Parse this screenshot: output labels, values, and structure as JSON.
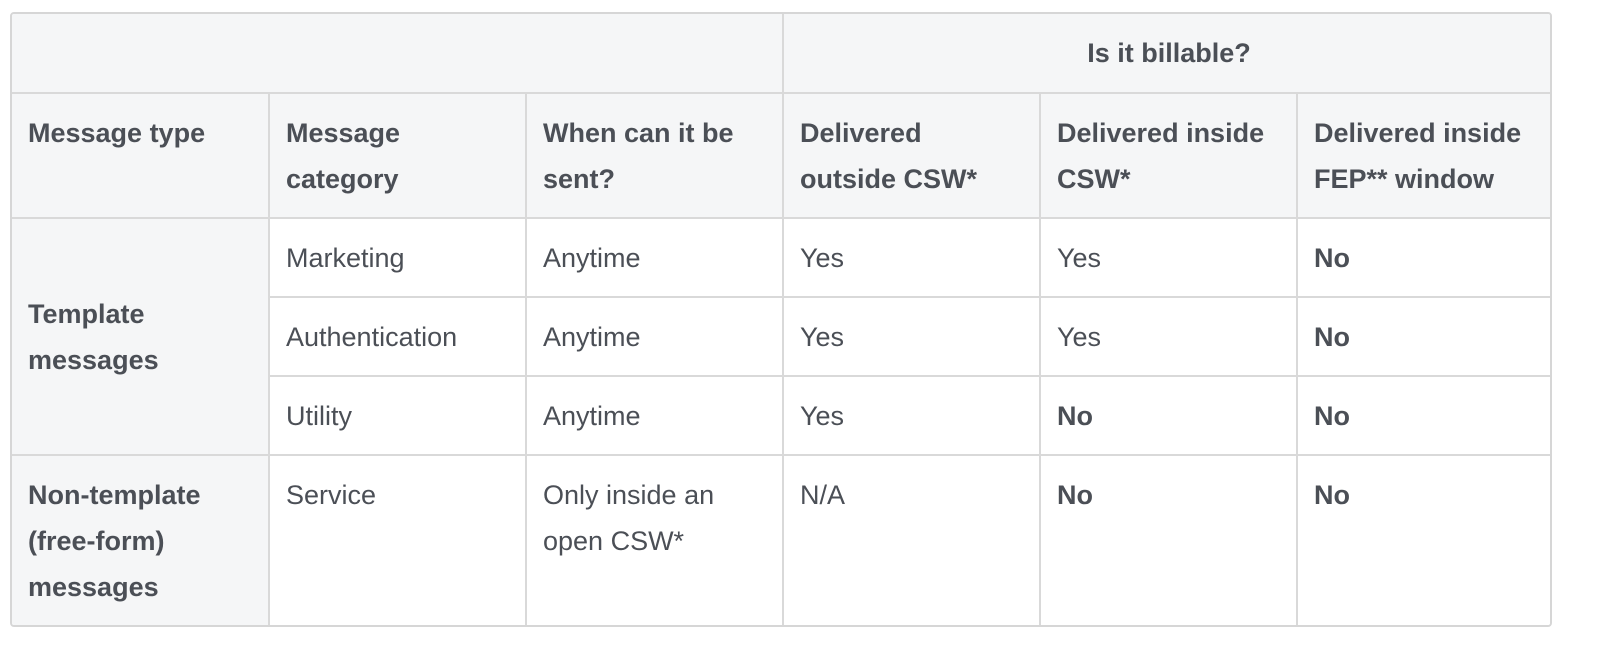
{
  "table": {
    "group_header": {
      "empty": "",
      "billable": "Is it billable?"
    },
    "headers": [
      "Message type",
      "Message category",
      "When can it be sent?",
      "Delivered outside CSW*",
      "Delivered inside CSW*",
      "Delivered inside FEP** window"
    ],
    "groups": [
      {
        "type": "Template messages",
        "rows": [
          {
            "category": "Marketing",
            "when": "Anytime",
            "outside_csw": "Yes",
            "inside_csw": "Yes",
            "inside_fep": "No"
          },
          {
            "category": "Authentication",
            "when": "Anytime",
            "outside_csw": "Yes",
            "inside_csw": "Yes",
            "inside_fep": "No"
          },
          {
            "category": "Utility",
            "when": "Anytime",
            "outside_csw": "Yes",
            "inside_csw": "No",
            "inside_fep": "No"
          }
        ]
      },
      {
        "type": "Non-template (free-form) messages",
        "rows": [
          {
            "category": "Service",
            "when": "Only inside an open CSW*",
            "outside_csw": "N/A",
            "inside_csw": "No",
            "inside_fep": "No"
          }
        ]
      }
    ]
  },
  "colors": {
    "header_bg": "#f5f6f7",
    "border": "#d9d9d9",
    "text": "#4b4f56"
  }
}
